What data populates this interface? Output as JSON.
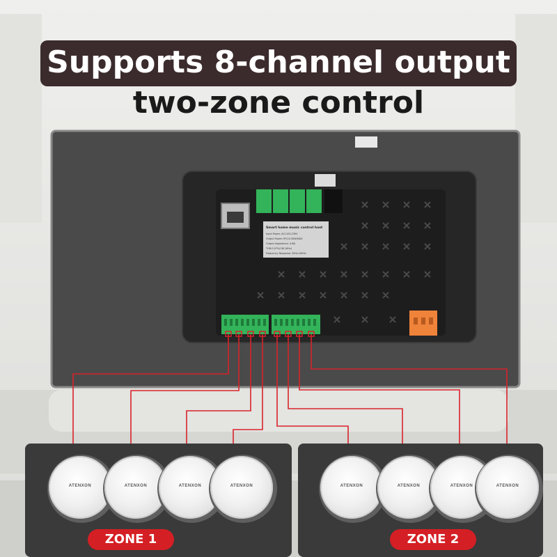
{
  "headline": "Supports 8-channel output",
  "subheadline": "two-zone control",
  "label_plate": {
    "title": "Smart home music control host",
    "lines": [
      "Input Power: AC110V-230V",
      "Output Power: 8*(10-30W)MAX",
      "Output Impedance: 4-8Ω",
      "THD:0.07%(1W,1KHz)",
      "Frequency Response: 20Hz-20KHz"
    ]
  },
  "speaker_brand": "ATENXON",
  "zones": [
    {
      "label": "ZONE 1",
      "speakers": 4
    },
    {
      "label": "ZONE 2",
      "speakers": 4
    }
  ],
  "colors": {
    "banner": "#3b2b2d",
    "zone_badge": "#d41f24",
    "wire": "#d8232a",
    "terminal": "#33b35a"
  }
}
